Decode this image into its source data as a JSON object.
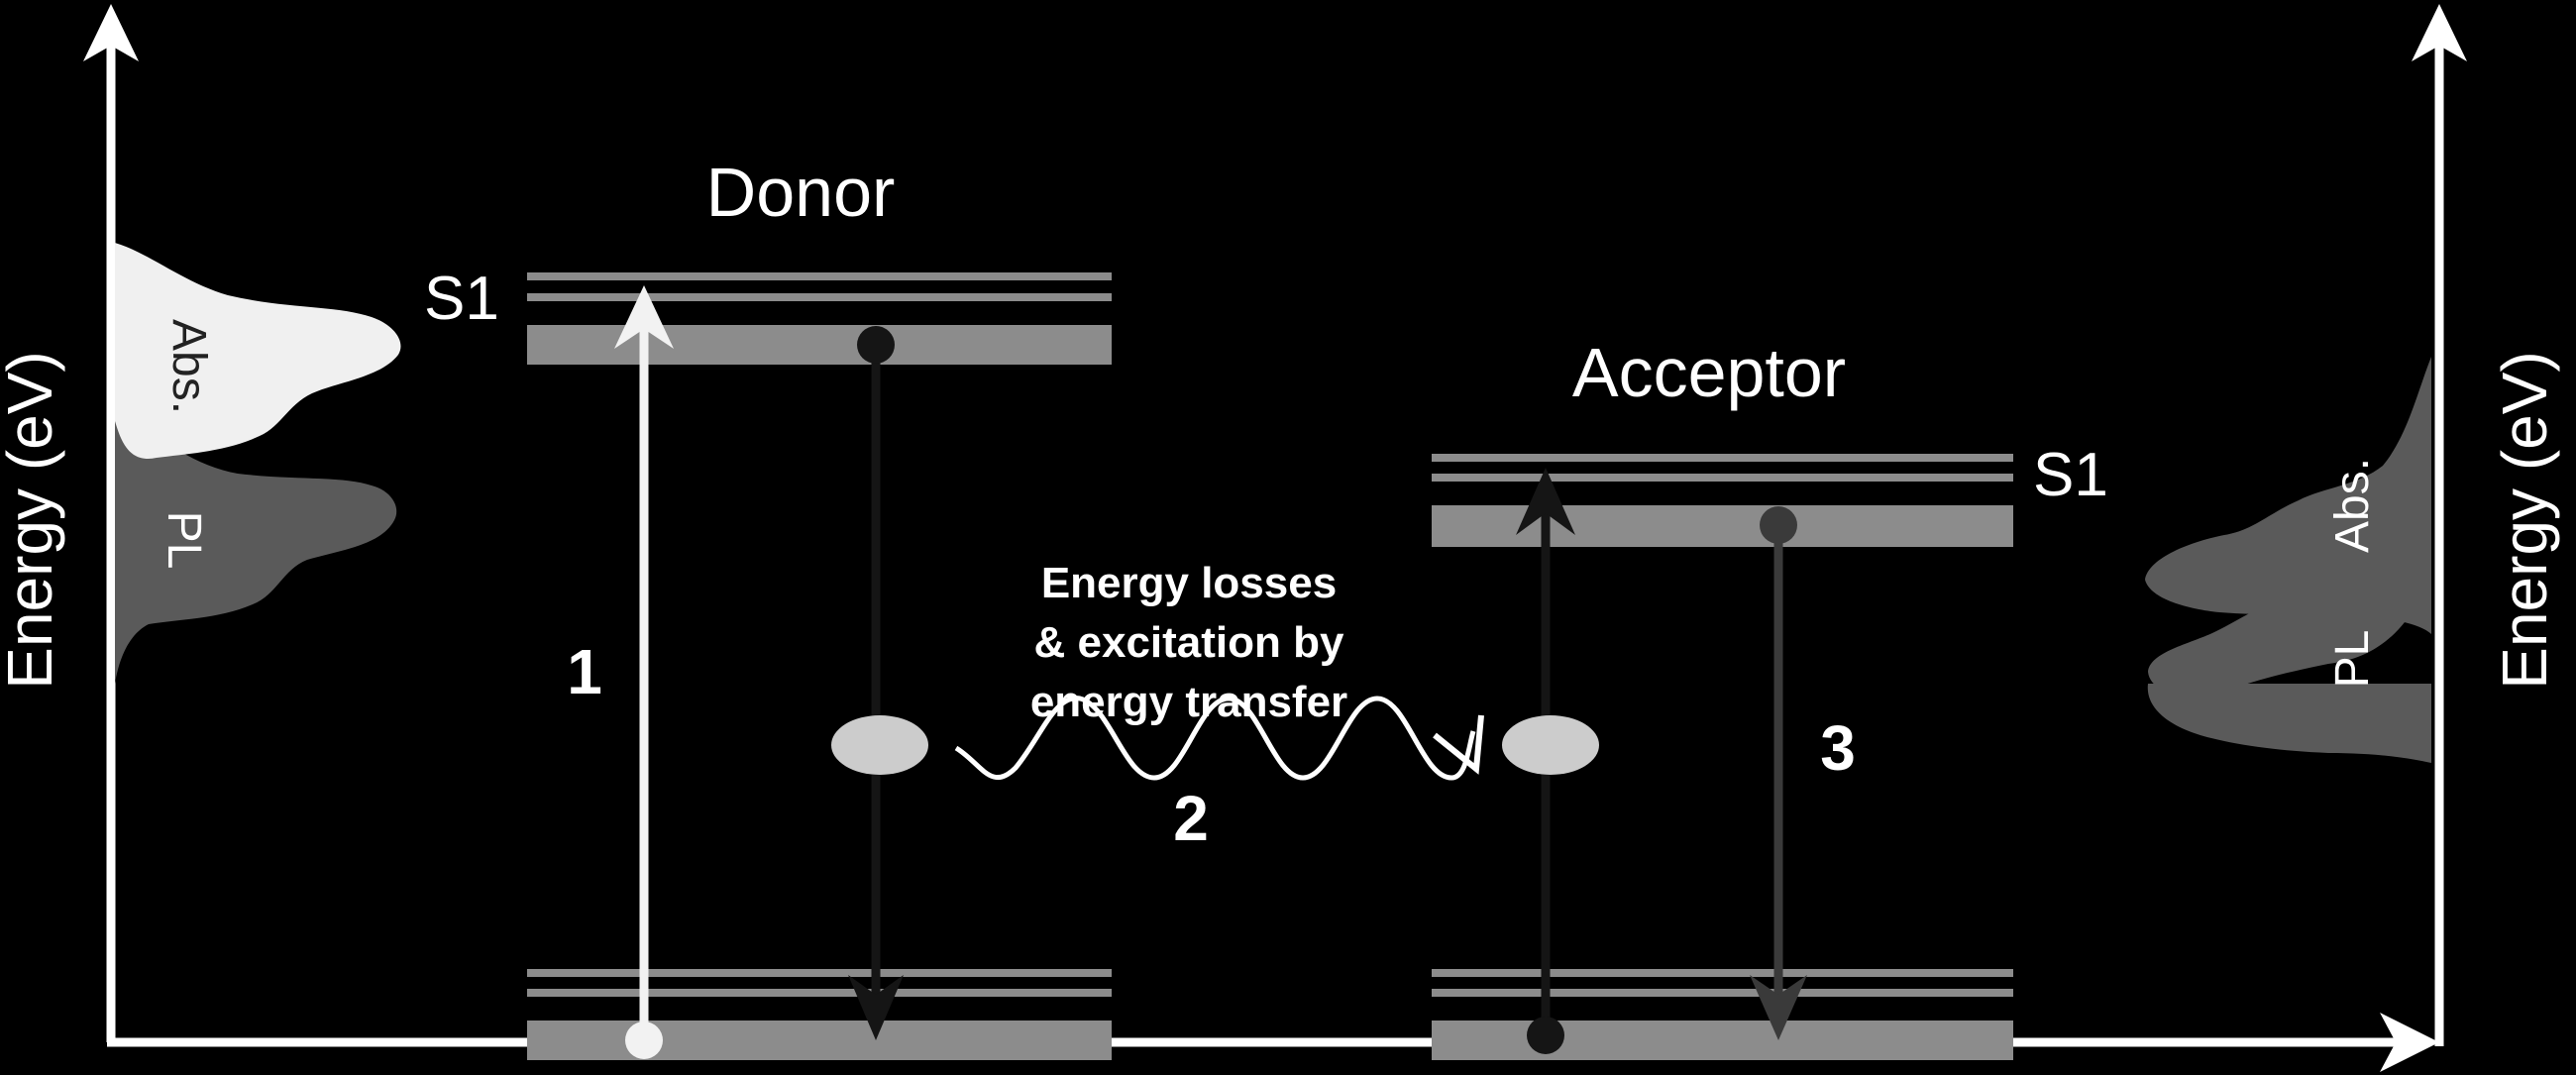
{
  "axis": {
    "left_label": "Energy (eV)",
    "right_label": "Energy (eV)"
  },
  "donor": {
    "title": "Donor",
    "level_label": "S1",
    "spectrum_abs": "Abs.",
    "spectrum_pl": "PL"
  },
  "acceptor": {
    "title": "Acceptor",
    "level_label": "S1",
    "spectrum_abs": "Abs.",
    "spectrum_pl": "PL"
  },
  "process": {
    "step1": "1",
    "step2": "2",
    "step3": "3",
    "transfer_text": [
      "Energy losses",
      "& excitation by",
      "energy transfer"
    ]
  },
  "colors": {
    "background": "#000000",
    "axis": "#ffffff",
    "level_band": "#8c8c8c",
    "abs_fill": "#f0f0f0",
    "pl_fill": "#5a5a5a",
    "excitation_arrow": "#f2f2f2",
    "emission_arrow_donor": "#151515",
    "emission_arrow_acceptor": "#3a3a3a",
    "exciton": "#cccccc"
  }
}
